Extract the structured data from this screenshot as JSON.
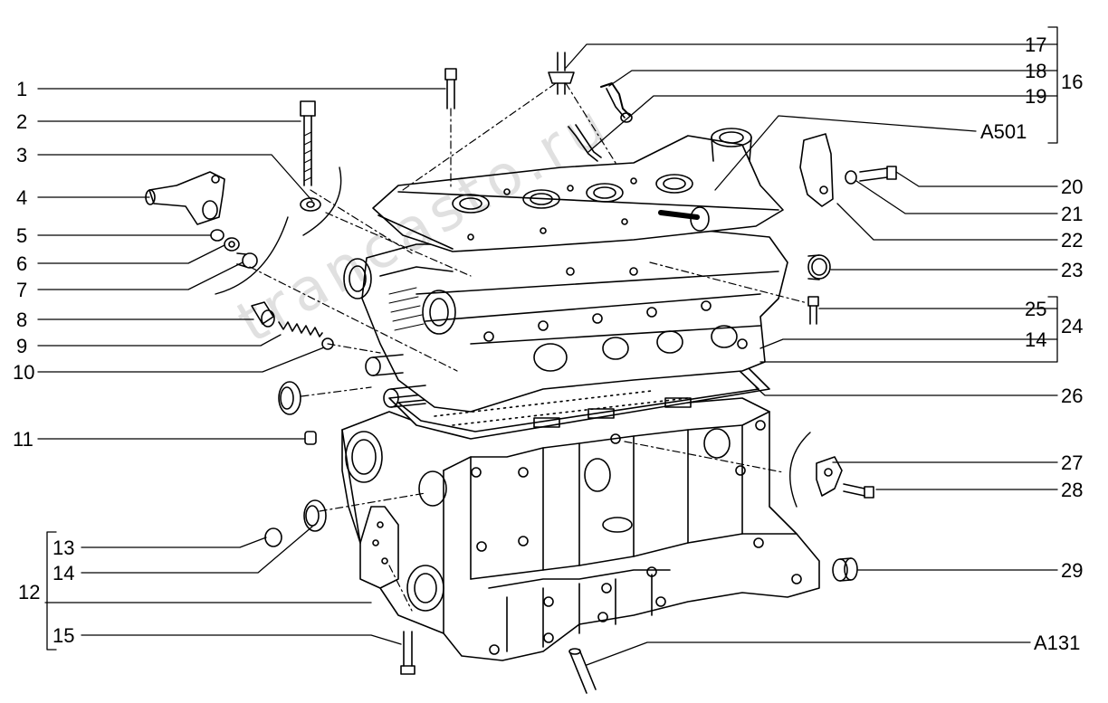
{
  "diagram": {
    "labels": {
      "1": "1",
      "2": "2",
      "3": "3",
      "4": "4",
      "5": "5",
      "6": "6",
      "7": "7",
      "8": "8",
      "9": "9",
      "10": "10",
      "11": "11",
      "12": "12",
      "13": "13",
      "14": "14",
      "15": "15",
      "16": "16",
      "17": "17",
      "18": "18",
      "19": "19",
      "A501": "A501",
      "20": "20",
      "21": "21",
      "22": "22",
      "23": "23",
      "24": "24",
      "25": "25",
      "14b": "14",
      "26": "26",
      "27": "27",
      "28": "28",
      "29": "29",
      "A131": "A131"
    },
    "watermark": "trancasto.ru",
    "colors": {
      "line": "#000000",
      "background": "#ffffff",
      "watermark": "#d8d8d8"
    }
  }
}
